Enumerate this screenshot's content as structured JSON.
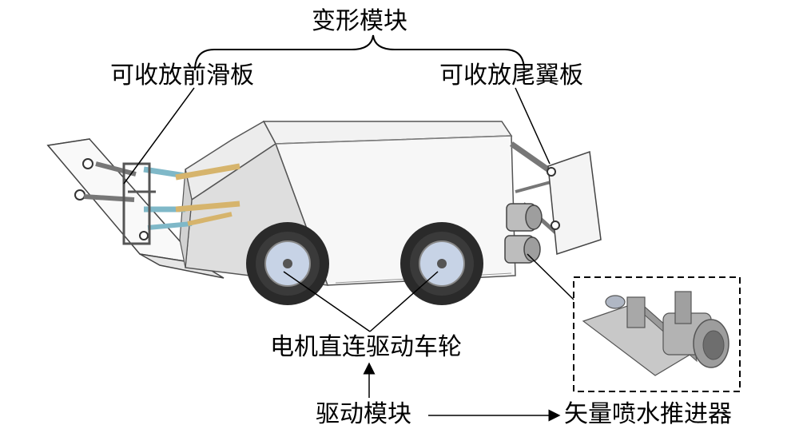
{
  "labels": {
    "deform_module": "变形模块",
    "front_slide": "可收放前滑板",
    "tail_wing": "可收放尾翼板",
    "wheels": "电机直连驱动车轮",
    "drive_module": "驱动模块",
    "thruster": "矢量喷水推进器"
  }
}
